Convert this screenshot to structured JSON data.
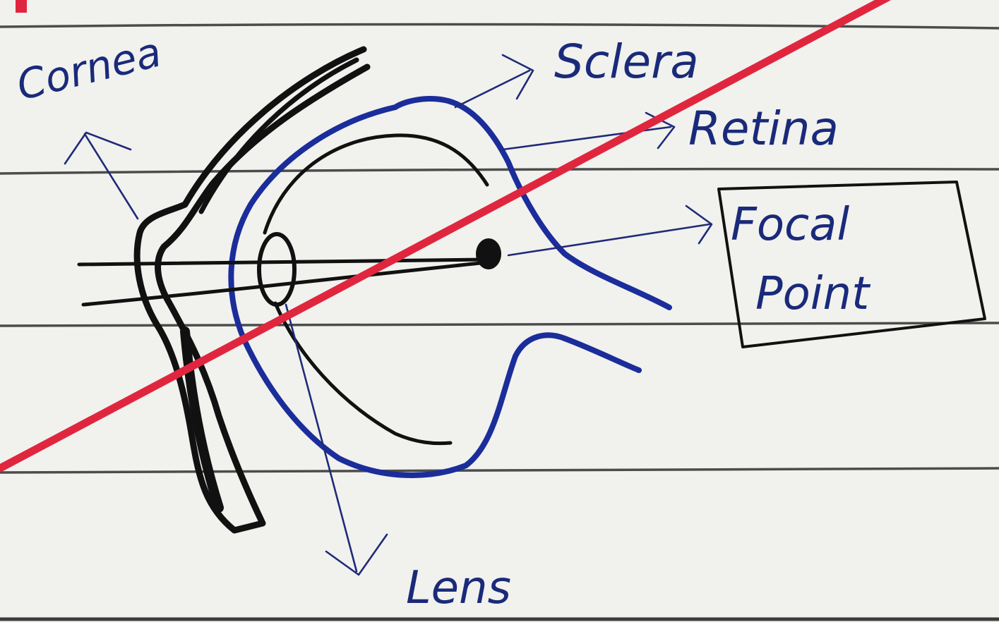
{
  "labels": {
    "cornea": "Cornea",
    "sclera": "Sclera",
    "retina": "Retina",
    "focal_line1": "Focal",
    "focal_line2": "Point",
    "lens": "Lens"
  },
  "colors": {
    "paper": "#f1f1ee",
    "ink_black": "#111111",
    "ink_blue": "#1b2d9a",
    "strike_red": "#e0263e"
  }
}
